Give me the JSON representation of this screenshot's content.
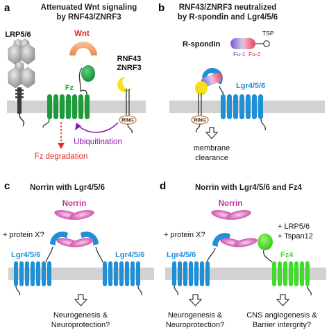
{
  "panels": {
    "a": {
      "letter": "a",
      "title_line1": "Attenuated Wnt signaling",
      "title_line2": "by RNF43/ZNRF3",
      "lrp": "LRP5/6",
      "wnt": "Wnt",
      "fz": "Fz",
      "rnf43": "RNF43",
      "znrf3": "ZNRF3",
      "ring": "RING",
      "ubiquitination": "Ubiquitination",
      "fz_degradation": "Fz degradation"
    },
    "b": {
      "letter": "b",
      "title_line1": "RNF43/ZNRF3 neutralized",
      "title_line2": "by R-spondin and Lgr4/5/6",
      "rspondin": "R-spondin",
      "tsp": "TSP",
      "fu1": "Fu-1",
      "fu2": "Fu-2",
      "lgr": "Lgr4/5/6",
      "ring": "RING",
      "outcome_line1": "membrane",
      "outcome_line2": "clearance"
    },
    "c": {
      "letter": "c",
      "title": "Norrin with Lgr4/5/6",
      "norrin": "Norrin",
      "protein_x": "+ protein X?",
      "lgr_left": "Lgr4/5/6",
      "lgr_right": "Lgr4/5/6",
      "outcome_line1": "Neurogenesis &",
      "outcome_line2": "Neuroprotection?"
    },
    "d": {
      "letter": "d",
      "title": "Norrin with Lgr4/5/6 and Fz4",
      "norrin": "Norrin",
      "protein_x": "+ protein X?",
      "lrp": "+ LRP5/6",
      "tspan": "+ Tspan12",
      "lgr": "Lgr4/5/6",
      "fz4": "Fz4",
      "outcome_left_line1": "Neurogenesis &",
      "outcome_left_line2": "Neuroprotection?",
      "outcome_right_line1": "CNS angiogenesis &",
      "outcome_right_line2": "Barrier intergrity?"
    }
  },
  "colors": {
    "membrane": "#d2d2d2",
    "lgr_blue": "#1f8fd6",
    "fz_green": "#1f9a3a",
    "fz4_green": "#3fdc2a",
    "wnt_orange": "#f2a66a",
    "rnf_yellow": "#f5e21a",
    "lrp_gray": "#a8a8a8",
    "norrin_pink": "#e07ac9",
    "ubiquitin_purple": "#8a1aa6",
    "degradation_red": "#e3271f"
  }
}
